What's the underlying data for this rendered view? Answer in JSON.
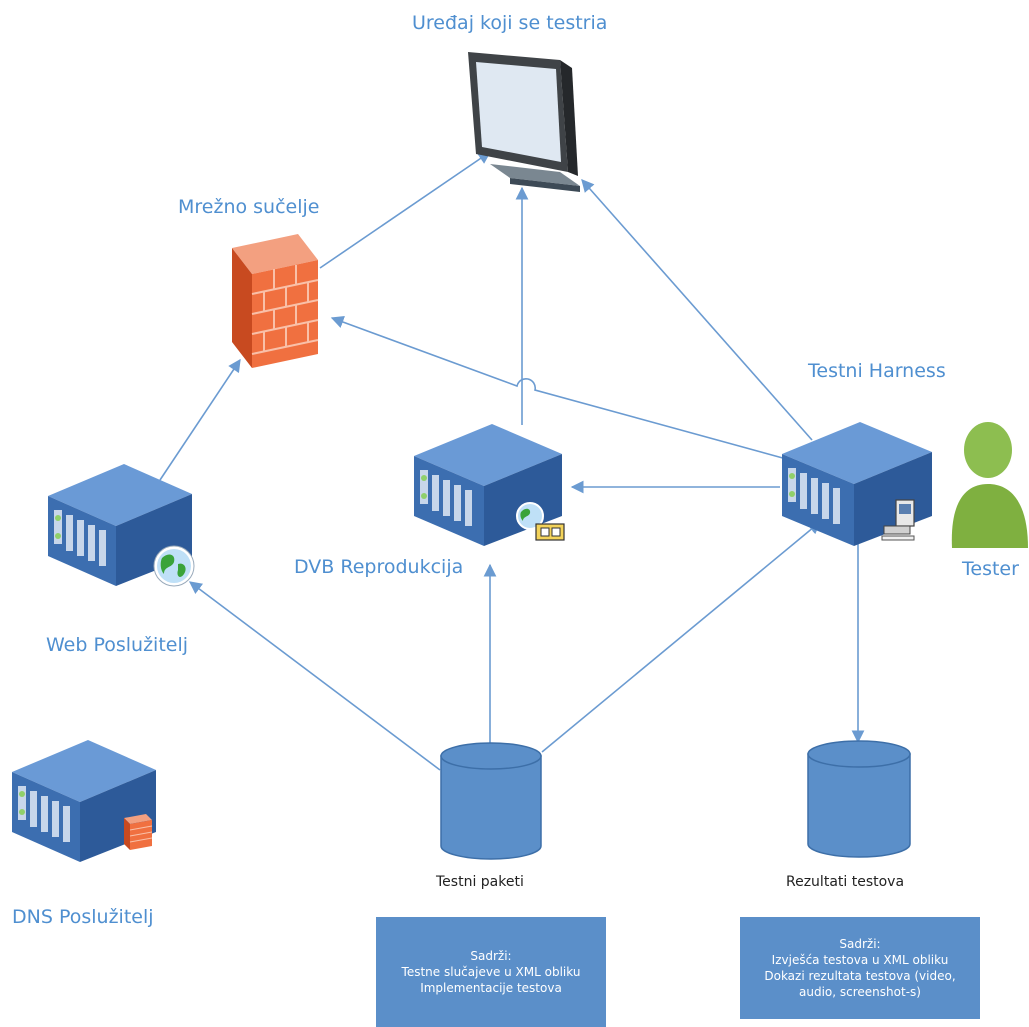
{
  "labels": {
    "device": "Uređaj koji se testria",
    "network": "Mrežno sučelje",
    "harness": "Testni Harness",
    "tester": "Tester",
    "dvb": "DVB Reprodukcija",
    "web": "Web Poslužitelj",
    "dns": "DNS Poslužitelj",
    "packages": "Testni paketi",
    "results": "Rezultati testova"
  },
  "boxes": {
    "packages": {
      "title": "Sadrži:",
      "lines": [
        "Testne slučajeve u XML obliku",
        "Implementacije testova"
      ]
    },
    "results": {
      "title": "Sadrži:",
      "lines": [
        "Izvješća testova u XML obliku",
        "Dokazi rezultata testova (video,",
        "audio, screenshot-s)"
      ]
    }
  },
  "colors": {
    "label": "#4F8FD0",
    "arrow": "#6B9BD1",
    "box": "#5B8FC9",
    "server_top": "#6A9AD6",
    "server_front": "#3C6EB0",
    "database": "#5B8FC9",
    "firewall": "#F07040",
    "tester": "#7FB040"
  },
  "icons": [
    "monitor-icon",
    "firewall-icon",
    "server-icon",
    "globe-icon",
    "database-icon",
    "person-icon",
    "computer-icon",
    "film-icon"
  ]
}
